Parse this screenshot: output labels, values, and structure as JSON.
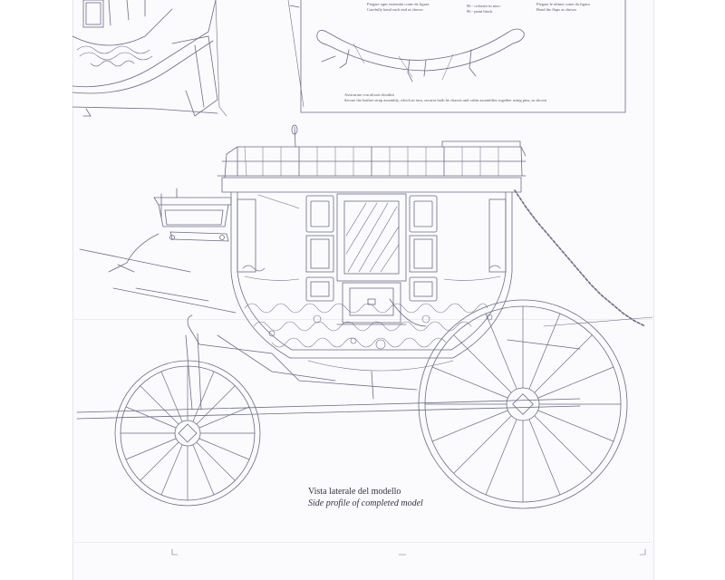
{
  "caption": {
    "line1": "Vista laterale del modello",
    "line2": "Side profile of completed model"
  },
  "detail_box": {
    "note_top_1a": "Piegare ogni estremità come da figura",
    "note_top_1b": "Carefully bend each end as shown",
    "note_top_2a": "96 - colorato in nero",
    "note_top_2b": "96 - paint black",
    "note_top_3a": "Piegare le ultime come da figura",
    "note_top_3b": "Bend the flaps as shown",
    "note_bottom_a": "Assicurare con alcuni chiodini",
    "note_bottom_b": "Secure the leather strap assembly, which in turn, secures both he chassis and cabin assemblies together using pins, as shown"
  },
  "colors": {
    "line": "#6b6b8a",
    "paper": "#fbfbfd"
  }
}
